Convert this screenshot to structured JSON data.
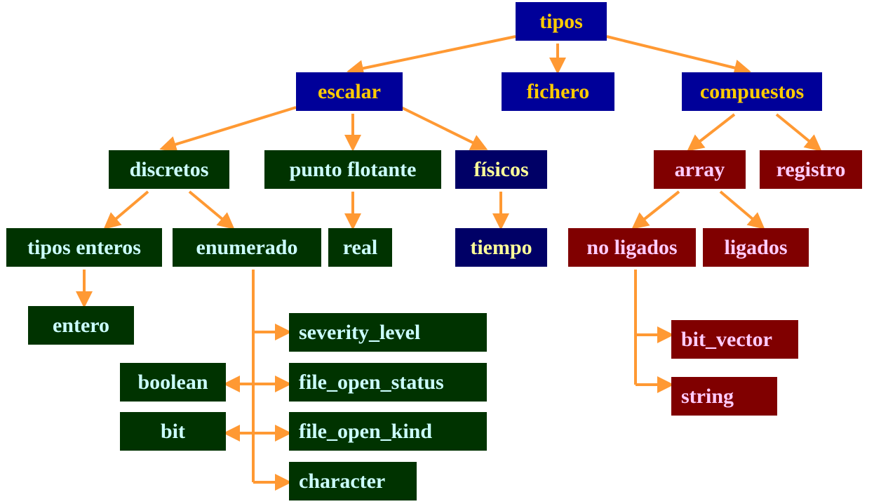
{
  "palette": {
    "blue": {
      "bg": "#000099",
      "fg": "#ffcc00"
    },
    "navy": {
      "bg": "#000066",
      "fg": "#ffff99"
    },
    "green": {
      "bg": "#003300",
      "fg": "#ccffff"
    },
    "red": {
      "bg": "#800000",
      "fg": "#ffccff"
    },
    "arrow": "#ff9933"
  },
  "nodes": {
    "tipos": {
      "label": "tipos",
      "style": "blue"
    },
    "escalar": {
      "label": "escalar",
      "style": "blue"
    },
    "fichero": {
      "label": "fichero",
      "style": "blue"
    },
    "compuestos": {
      "label": "compuestos",
      "style": "blue"
    },
    "discretos": {
      "label": "discretos",
      "style": "green"
    },
    "punto_flotante": {
      "label": "punto flotante",
      "style": "green"
    },
    "fisicos": {
      "label": "físicos",
      "style": "navy"
    },
    "array": {
      "label": "array",
      "style": "red"
    },
    "registro": {
      "label": "registro",
      "style": "red"
    },
    "tipos_enteros": {
      "label": "tipos enteros",
      "style": "green"
    },
    "enumerado": {
      "label": "enumerado",
      "style": "green"
    },
    "real": {
      "label": "real",
      "style": "green"
    },
    "tiempo": {
      "label": "tiempo",
      "style": "navy"
    },
    "no_ligados": {
      "label": "no ligados",
      "style": "red"
    },
    "ligados": {
      "label": "ligados",
      "style": "red"
    },
    "entero": {
      "label": "entero",
      "style": "green"
    },
    "severity_level": {
      "label": "severity_level",
      "style": "green"
    },
    "boolean": {
      "label": "boolean",
      "style": "green"
    },
    "file_open_status": {
      "label": "file_open_status",
      "style": "green"
    },
    "bit": {
      "label": "bit",
      "style": "green"
    },
    "file_open_kind": {
      "label": "file_open_kind",
      "style": "green"
    },
    "character": {
      "label": "character",
      "style": "green"
    },
    "bit_vector": {
      "label": "bit_vector",
      "style": "red"
    },
    "string": {
      "label": "string",
      "style": "red"
    }
  },
  "edges": [
    {
      "from": "tipos",
      "to": "escalar"
    },
    {
      "from": "tipos",
      "to": "fichero"
    },
    {
      "from": "tipos",
      "to": "compuestos"
    },
    {
      "from": "escalar",
      "to": "discretos"
    },
    {
      "from": "escalar",
      "to": "punto_flotante"
    },
    {
      "from": "escalar",
      "to": "fisicos"
    },
    {
      "from": "compuestos",
      "to": "array"
    },
    {
      "from": "compuestos",
      "to": "registro"
    },
    {
      "from": "discretos",
      "to": "tipos_enteros"
    },
    {
      "from": "discretos",
      "to": "enumerado"
    },
    {
      "from": "punto_flotante",
      "to": "real"
    },
    {
      "from": "fisicos",
      "to": "tiempo"
    },
    {
      "from": "array",
      "to": "no_ligados"
    },
    {
      "from": "array",
      "to": "ligados"
    },
    {
      "from": "tipos_enteros",
      "to": "entero"
    },
    {
      "from": "enumerado",
      "to": "severity_level"
    },
    {
      "from": "enumerado",
      "to": "boolean"
    },
    {
      "from": "enumerado",
      "to": "file_open_status"
    },
    {
      "from": "enumerado",
      "to": "bit"
    },
    {
      "from": "enumerado",
      "to": "file_open_kind"
    },
    {
      "from": "enumerado",
      "to": "character"
    },
    {
      "from": "no_ligados",
      "to": "bit_vector"
    },
    {
      "from": "no_ligados",
      "to": "string"
    }
  ]
}
